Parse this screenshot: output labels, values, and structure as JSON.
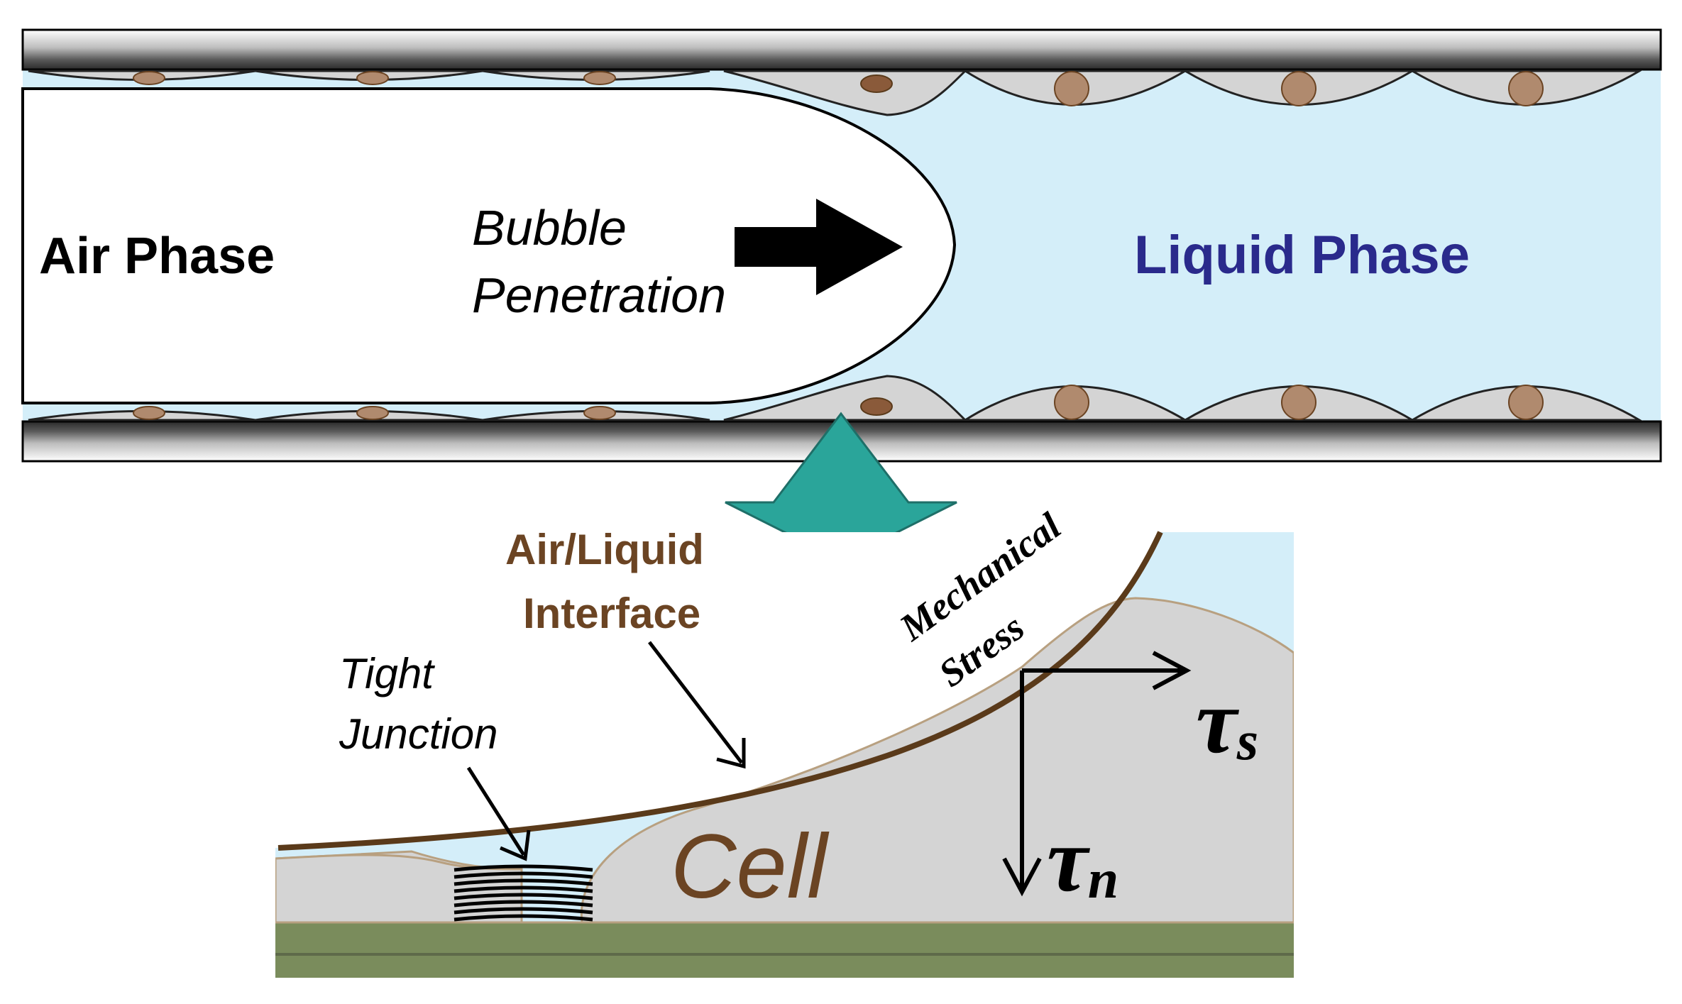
{
  "top_panel": {
    "air_label": "Air Phase",
    "bubble_label_line1": "Bubble",
    "bubble_label_line2": "Penetration",
    "liquid_label": "Liquid Phase"
  },
  "detail_panel": {
    "interface_label_line1": "Air/Liquid",
    "interface_label_line2": "Interface",
    "stress_label_line1": "Mechanical",
    "stress_label_line2": "Stress",
    "junction_label_line1": "Tight",
    "junction_label_line2": "Junction",
    "cell_label": "Cell",
    "tau_symbol_s": "τ",
    "tau_sub_s": "s",
    "tau_symbol_n": "τ",
    "tau_sub_n": "n"
  },
  "colors": {
    "liquid": "#d4eef9",
    "cell_fill": "#d4d4d4",
    "nucleus": "#b08a6e",
    "interface_line": "#5a3a1a",
    "interface_text": "#6b4423",
    "liquid_text": "#2a2a8c",
    "arrow_teal": "#2aa59a",
    "substrate_green": "#7a8c5c"
  }
}
